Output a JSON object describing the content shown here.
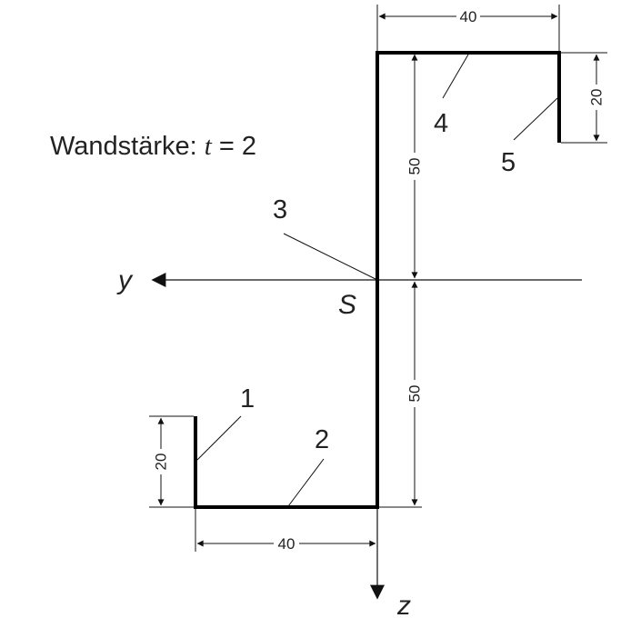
{
  "wall": {
    "label": "Wandstärke: ",
    "var": "t",
    "rest": " = 2"
  },
  "axes": {
    "y": "y",
    "z": "z",
    "centroid": "S"
  },
  "segments": [
    "1",
    "2",
    "3",
    "4",
    "5"
  ],
  "dimensions": {
    "top_width": "40",
    "bottom_width": "40",
    "right_flange": "20",
    "left_flange": "20",
    "upper_web": "50",
    "lower_web": "50"
  },
  "colors": {
    "profile": "#000000",
    "line": "#111111"
  }
}
